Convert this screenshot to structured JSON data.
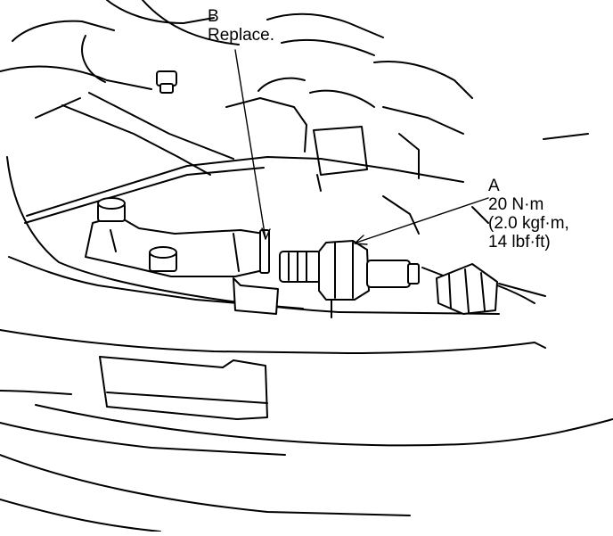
{
  "diagram": {
    "callouts": {
      "b": {
        "letter": "B",
        "text": "Replace."
      },
      "a": {
        "letter": "A",
        "torque_nm": "20 N·m",
        "torque_kgf": "(2.0 kgf·m,",
        "torque_lbf": "14 lbf·ft)"
      }
    },
    "colors": {
      "line": "#000000",
      "background": "#ffffff"
    }
  }
}
